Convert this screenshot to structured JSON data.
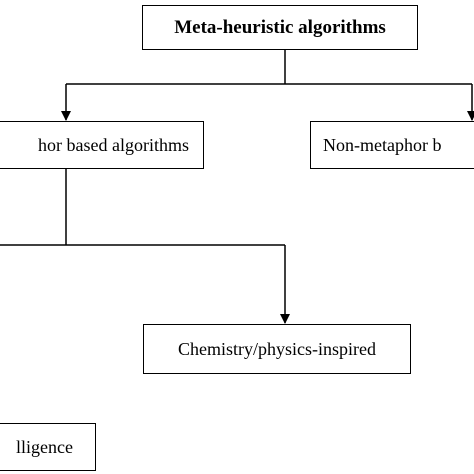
{
  "diagram": {
    "root": {
      "label": "Meta-heuristic algorithms"
    },
    "metaphor": {
      "label": "hor based algorithms"
    },
    "non_metaphor": {
      "label": "Non-metaphor b"
    },
    "chemistry": {
      "label": "Chemistry/physics-inspired"
    },
    "swarm": {
      "label": "lligence"
    }
  },
  "colors": {
    "line": "#000000",
    "box_border": "#000000",
    "background": "#ffffff"
  }
}
